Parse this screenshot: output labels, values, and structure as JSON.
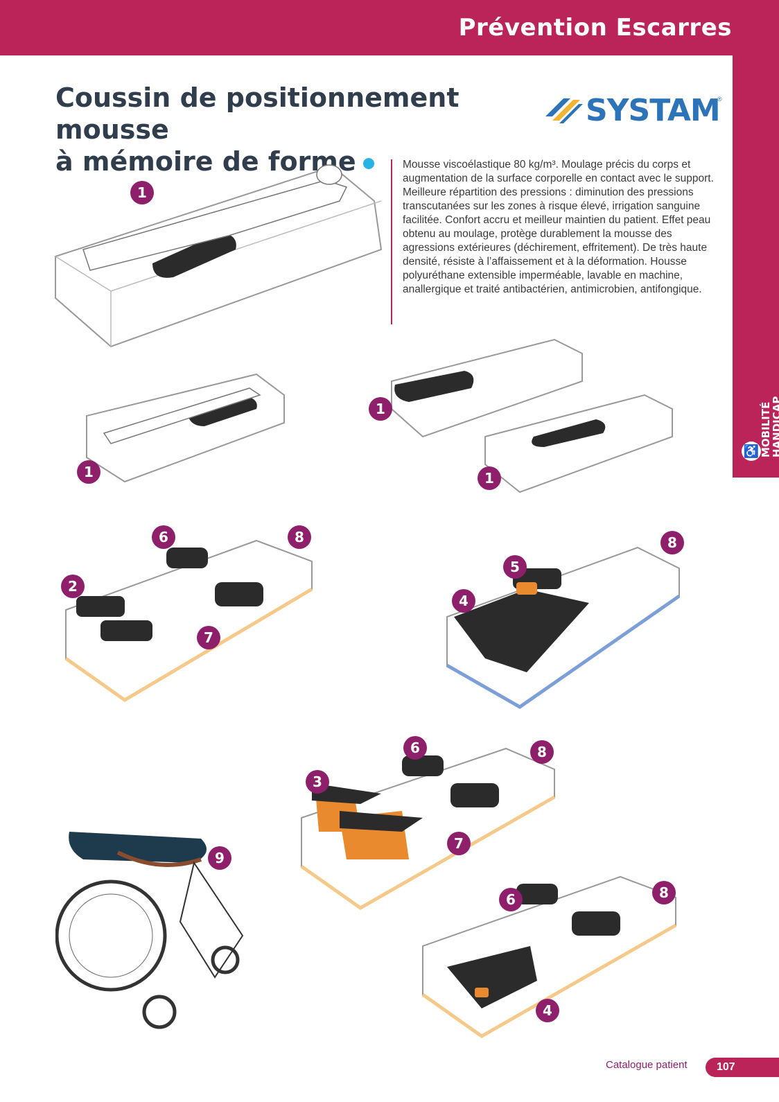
{
  "header": {
    "title": "Prévention Escarres"
  },
  "side_tab": {
    "line1": "MOBILITÉ",
    "line2": "HANDICAP",
    "icon": "wheelchair-icon"
  },
  "product": {
    "title_line1": "Coussin de positionnement mousse",
    "title_line2": "à mémoire de forme",
    "description": "Mousse viscoélastique 80 kg/m³. Moulage précis du corps et augmentation de la surface corporelle en contact avec le support. Meilleure répartition des pressions : diminution des pressions transcutanées sur les zones à risque élevé, irrigation sanguine facilitée. Confort accru et meilleur maintien du patient. Effet peau obtenu au moulage, protège durablement la mousse des agressions extérieures (déchirement, effritement). De très haute densité, résiste à l’affaissement et à la déformation. Housse polyuréthane extensible imperméable, lavable en machine, anallergique et traité antibactérien, antimicrobien, antifongique."
  },
  "brand": {
    "name": "SYSTAM",
    "reg": "®"
  },
  "markers": {
    "m1a": "1",
    "m1b": "1",
    "m1c": "1",
    "m1d": "1",
    "m2": "2",
    "m6a": "6",
    "m8a": "8",
    "m7a": "7",
    "m5": "5",
    "m4a": "4",
    "m8b": "8",
    "m3": "3",
    "m6b": "6",
    "m8c": "8",
    "m7b": "7",
    "m9": "9",
    "m6c": "6",
    "m8d": "8",
    "m4b": "4"
  },
  "footer": {
    "label": "Catalogue patient",
    "page": "107"
  },
  "colors": {
    "brand": "#bb2458",
    "marker": "#8e1f6b",
    "dot": "#27b3e6",
    "logo": "#2c73b8"
  }
}
